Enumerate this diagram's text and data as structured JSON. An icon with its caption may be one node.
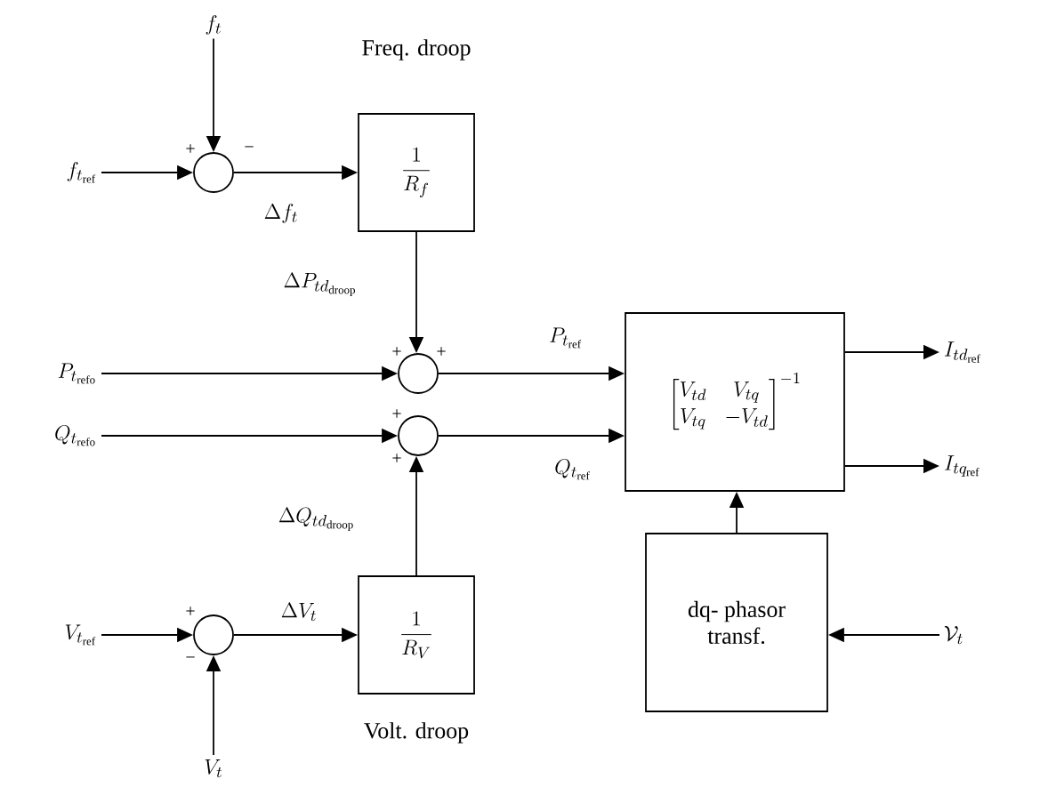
{
  "diagram": {
    "nodes": [
      {
        "text": [
          "f_{t}"
        ]
      },
      {
        "text": [
          "f_{t_{\\mathrm{ref}}}"
        ]
      },
      {
        "text": [],
        "shape": "circle",
        "beside": [
          "+",
          "−"
        ]
      },
      {
        "text": [
          "\\frac{1}{R_{f}}"
        ],
        "beside": [
          "Freq. droop"
        ]
      },
      {
        "text": [
          "P_{t_{\\mathrm{refo}}}"
        ]
      },
      {
        "text": [],
        "shape": "circle",
        "beside": [
          "+",
          "+"
        ]
      },
      {
        "text": [
          "Q_{t_{\\mathrm{refo}}}"
        ]
      },
      {
        "text": [],
        "shape": "circle",
        "beside": [
          "+",
          "+"
        ]
      },
      {
        "text": [
          "\\begin{bmatrix}V_{td} & V_{tq}\\\\ V_{tq} & -V_{td}\\end{bmatrix}^{-1}"
        ]
      },
      {
        "text": [
          "I_{td_{\\mathrm{ref}}}"
        ]
      },
      {
        "text": [
          "I_{tq_{\\mathrm{ref}}}"
        ]
      },
      {
        "text": [
          "V_{t_{\\mathrm{ref}}}"
        ]
      },
      {
        "text": [],
        "shape": "circle",
        "beside": [
          "+",
          "−"
        ]
      },
      {
        "text": [
          "V_{t}"
        ]
      },
      {
        "text": [
          "\\frac{1}{R_{V}}"
        ],
        "beside": [
          "Volt. droop"
        ]
      },
      {
        "text": [
          "dq- phasor transf."
        ]
      },
      {
        "text": [
          "\\mathcal{V}_{t}"
        ]
      }
    ],
    "edges": [
      {
        "from": 0,
        "to": 2,
        "arrow": "to"
      },
      {
        "from": 1,
        "to": 2,
        "arrow": "to"
      },
      {
        "from": 2,
        "to": 3,
        "arrow": "to",
        "label": "\\Delta f_{t}"
      },
      {
        "from": 3,
        "to": 5,
        "arrow": "to",
        "label": "\\Delta P_{td_{\\mathrm{droop}}}"
      },
      {
        "from": 4,
        "to": 5,
        "arrow": "to"
      },
      {
        "from": 5,
        "to": 8,
        "arrow": "to",
        "label": "P_{t_{\\mathrm{ref}}}"
      },
      {
        "from": 6,
        "to": 7,
        "arrow": "to"
      },
      {
        "from": 7,
        "to": 8,
        "arrow": "to",
        "label": "Q_{t_{\\mathrm{ref}}}"
      },
      {
        "from": 14,
        "to": 7,
        "arrow": "to",
        "label": "\\Delta Q_{td_{\\mathrm{droop}}}"
      },
      {
        "from": 11,
        "to": 12,
        "arrow": "to"
      },
      {
        "from": 13,
        "to": 12,
        "arrow": "to"
      },
      {
        "from": 12,
        "to": 14,
        "arrow": "to",
        "label": "\\Delta V_{t}"
      },
      {
        "from": 8,
        "to": 9,
        "arrow": "to"
      },
      {
        "from": 8,
        "to": 10,
        "arrow": "to"
      },
      {
        "from": 15,
        "to": 8,
        "arrow": "to"
      },
      {
        "from": 16,
        "to": 15,
        "arrow": "to"
      }
    ]
  }
}
